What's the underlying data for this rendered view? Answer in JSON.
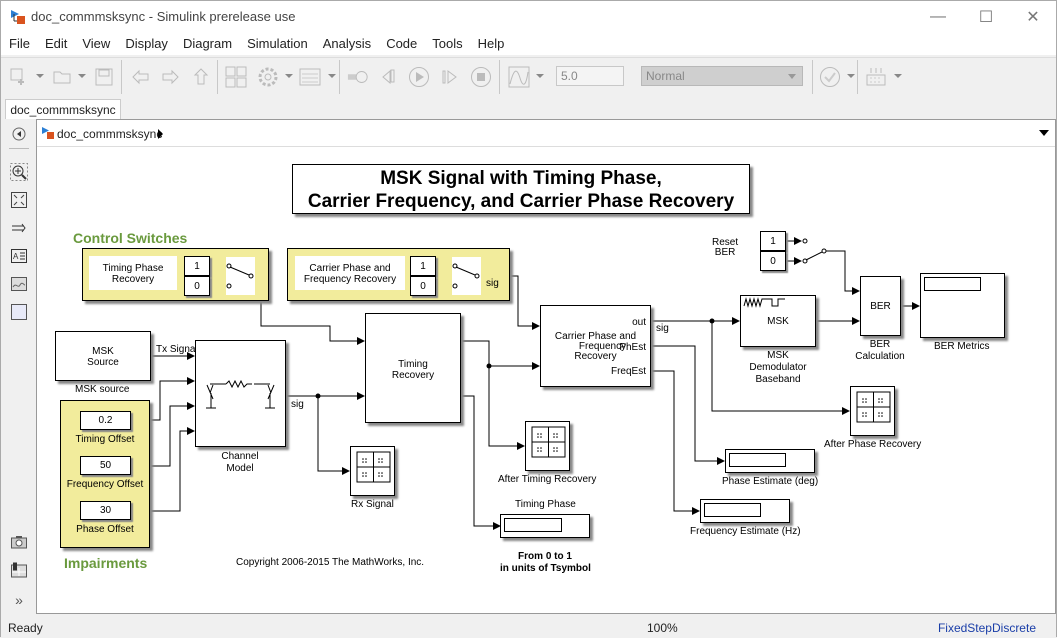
{
  "window": {
    "title": "doc_commmsksync - Simulink prerelease use",
    "controls": {
      "minimize": "—",
      "maximize": "☐",
      "close": "✕"
    }
  },
  "menu": [
    "File",
    "Edit",
    "View",
    "Display",
    "Diagram",
    "Simulation",
    "Analysis",
    "Code",
    "Tools",
    "Help"
  ],
  "toolbar": {
    "stop_time": "5.0",
    "sim_mode": "Normal",
    "icons": [
      "new-model-icon",
      "open-icon",
      "save-icon",
      "back-icon",
      "forward-icon",
      "up-icon",
      "library-browser-icon",
      "model-config-icon",
      "model-explorer-icon",
      "refresh-icon",
      "step-back-icon",
      "run-icon",
      "step-forward-icon",
      "stop-icon",
      "data-inspector-icon",
      "model-advisor-icon",
      "build-icon"
    ]
  },
  "tab": {
    "label": "doc_commmsksync"
  },
  "breadcrumb": {
    "label": "doc_commmsksync"
  },
  "left_tools": [
    "hide-browser-icon",
    "zoom-icon",
    "fit-view-icon",
    "signal-icon",
    "annotation-icon",
    "image-icon",
    "area-icon",
    "screenshot-icon",
    "report-icon",
    "more-icon"
  ],
  "diagram": {
    "title_line1": "MSK Signal with Timing Phase,",
    "title_line2": "Carrier Frequency, and Carrier Phase Recovery",
    "control_switches": {
      "title": "Control Switches",
      "timing": {
        "label_line1": "Timing Phase",
        "label_line2": "Recovery",
        "const1": "1",
        "const0": "0"
      },
      "carrier": {
        "label_line1": "Carrier Phase and",
        "label_line2": "Frequency Recovery",
        "const1": "1",
        "const0": "0",
        "out_label": "sig"
      }
    },
    "msk_source": {
      "line1": "MSK",
      "line2": "Source",
      "caption": "MSK source",
      "out_label": "Tx Signal"
    },
    "impairments": {
      "title": "Impairments",
      "timing_offset": {
        "value": "0.2",
        "caption": "Timing Offset"
      },
      "frequency_offset": {
        "value": "50",
        "caption": "Frequency Offset"
      },
      "phase_offset": {
        "value": "30",
        "caption": "Phase Offset"
      }
    },
    "channel": {
      "caption_line1": "Channel",
      "caption_line2": "Model",
      "out_label": "sig"
    },
    "rx_signal": {
      "caption": "Rx Signal"
    },
    "timing_recovery": {
      "line1": "Timing",
      "line2": "Recovery"
    },
    "after_timing": {
      "caption": "After Timing Recovery"
    },
    "timing_phase": {
      "title": "Timing Phase",
      "note_line1": "From 0 to 1",
      "note_line2": "in units of Tsymbol"
    },
    "carrier_recovery": {
      "line1": "Carrier Phase and",
      "line2": "Frequency",
      "line3": "Recovery",
      "port_out": "out",
      "port_phest": "PhEst",
      "port_freqest": "FreqEst",
      "out_label": "sig"
    },
    "demod": {
      "text": "MSK",
      "caption_line1": "MSK",
      "caption_line2": "Demodulator",
      "caption_line3": "Baseband"
    },
    "reset_ber": {
      "line1": "Reset",
      "line2": "BER",
      "const1": "1",
      "const0": "0"
    },
    "ber": {
      "text": "BER",
      "caption_line1": "BER",
      "caption_line2": "Calculation"
    },
    "ber_metrics": {
      "caption": "BER Metrics"
    },
    "after_phase": {
      "caption": "After Phase Recovery"
    },
    "phase_estimate": {
      "caption": "Phase Estimate (deg)"
    },
    "frequency_estimate": {
      "caption": "Frequency Estimate (Hz)"
    },
    "copyright": "Copyright 2006-2015 The MathWorks, Inc."
  },
  "status": {
    "ready": "Ready",
    "zoom": "100%",
    "solver": "FixedStepDiscrete"
  }
}
